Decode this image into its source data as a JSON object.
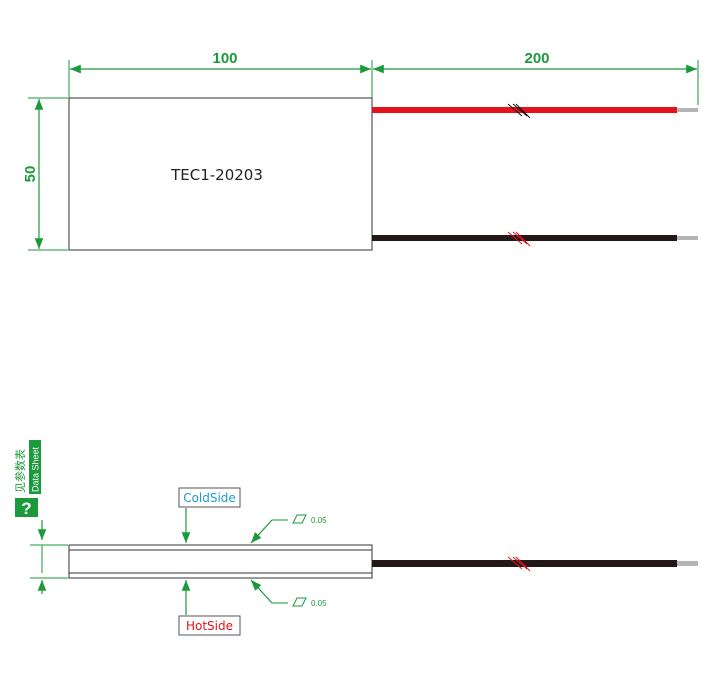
{
  "top_view": {
    "width_dim": "100",
    "lead_dim": "200",
    "height_dim": "50",
    "model": "TEC1-20203"
  },
  "side_view": {
    "cold_label": "ColdSide",
    "hot_label": "HotSide",
    "flatness_top": "0.05",
    "flatness_bottom": "0.05",
    "thickness_note_cn": "见参数表",
    "thickness_note_en": "Data Sheet",
    "note_icon": "?"
  },
  "colors": {
    "dimension": "#1a9a3a",
    "red_wire": "#e3121b",
    "black_wire": "#231815",
    "wire_tip": "#b5b5b5",
    "cold_label": "#1e9bd7",
    "hot_label": "#e3121b"
  }
}
